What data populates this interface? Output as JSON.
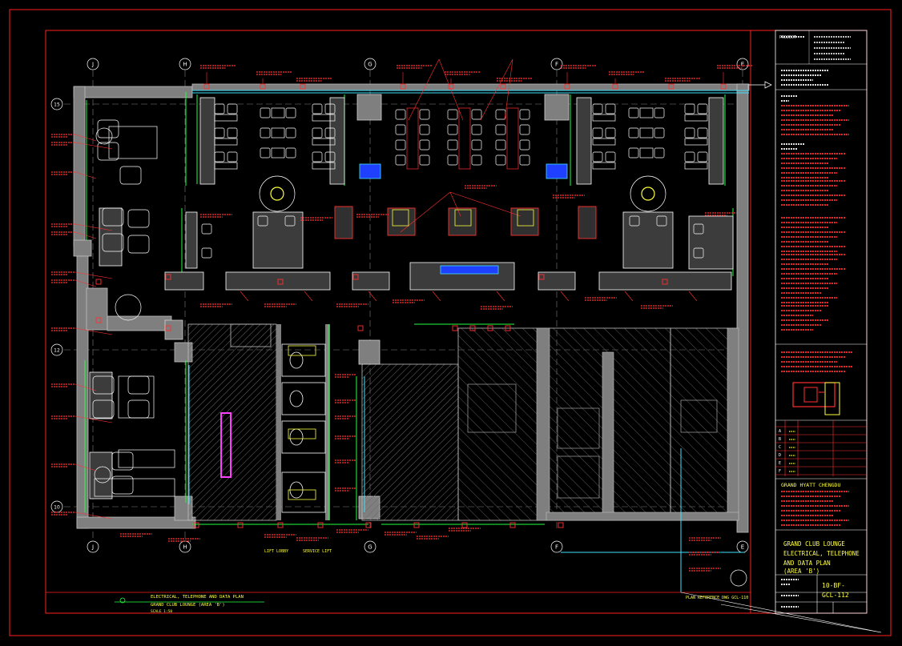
{
  "drawing": {
    "title_lines": [
      "GRAND CLUB LOUNGE",
      "ELECTRICAL, TELEPHONE",
      "AND DATA PLAN",
      "(AREA 'B')"
    ],
    "project_name": "GRAND HYATT CHENGDU",
    "drawing_number": "10-BF-",
    "sheet_number": "GCL-112",
    "stamp_label": "PROJECT",
    "grid_letters": [
      "J",
      "H",
      "G",
      "F",
      "E"
    ],
    "grid_numbers": [
      "15",
      "12",
      "10"
    ],
    "caption_line1": "ELECTRICAL, TELEPHONE AND DATA PLAN",
    "caption_line2": "GRAND CLUB LOUNGE (AREA 'B')",
    "caption_scale": "SCALE 1:50",
    "key_plan_label_1": "KEY PLAN",
    "revision_rows": [
      "A",
      "B",
      "C",
      "D",
      "E",
      "F"
    ],
    "lift_labels": [
      "LIFT LOBBY",
      "SERVICE LIFT"
    ],
    "footer_note": "PLAN REFERENCE DWG GCL-110"
  },
  "colors": {
    "background": "#000000",
    "wall_fill": "#7f7f7f",
    "wall_edge": "#c0c0c0",
    "furniture": "#ffffff",
    "annotation": "#ff3030",
    "text_yellow": "#ffff40",
    "green": "#20ff40",
    "cyan": "#40e0ff",
    "blue": "#2040ff",
    "magenta": "#ff40ff",
    "frame_red": "#ff2020"
  }
}
